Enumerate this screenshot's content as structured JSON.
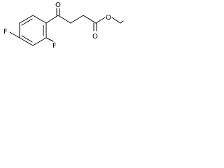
{
  "structure": {
    "atoms": {
      "carbonyl_oxygen": "O",
      "ester_carbonyl_oxygen": "O",
      "ester_oxygen": "O",
      "fluorine_top": "F",
      "fluorine_bottom": "F"
    },
    "colors": {
      "bond": "#000000",
      "label": "#000000",
      "background": "#ffffff"
    }
  }
}
